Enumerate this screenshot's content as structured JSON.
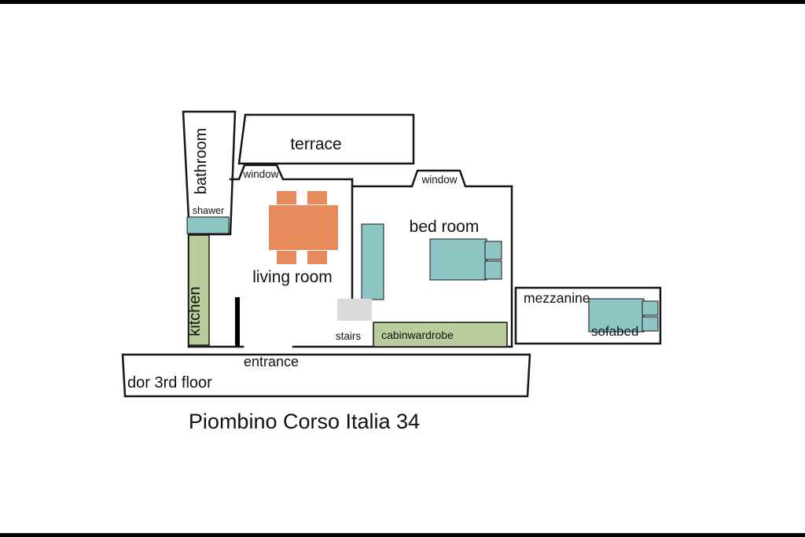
{
  "title": "Piombino Corso Italia 34",
  "colors": {
    "black": "#000000",
    "wall": "#161616",
    "teal": "#8cc5c3",
    "stairs_text": "#85c5c3",
    "green": "#b9cc9b",
    "orange": "#e68a5b",
    "gray": "#dbdbdb",
    "white": "#ffffff"
  },
  "labels": {
    "bathroom": "bathroom",
    "shower": "shawer",
    "terrace": "terrace",
    "window": "window",
    "living_room": "living room",
    "bed_room": "bed room",
    "kitchen": "kitchen",
    "stairs": "stairs",
    "cabinwardrobe": "cabinwardrobe",
    "mezzanine": "mezzanine",
    "sofabed": "sofabed",
    "entrance": "entrance",
    "corridor": "dor 3rd floor"
  }
}
